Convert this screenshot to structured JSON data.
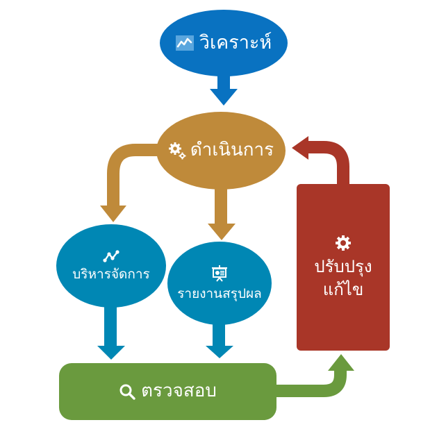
{
  "diagram": {
    "type": "process-flow",
    "colors": {
      "analyze": "#0972c1",
      "operate": "#bf8a3a",
      "manage": "#0087b4",
      "report": "#0087b4",
      "improve": "#a93628",
      "check": "#6a9a3e",
      "text": "#ffffff"
    },
    "nodes": {
      "analyze": {
        "label": "วิเคราะห์",
        "icon": "line-chart-icon"
      },
      "operate": {
        "label": "ดำเนินการ",
        "icon": "gears-icon"
      },
      "manage": {
        "label": "บริหารจัดการ",
        "icon": "connected-nodes-icon"
      },
      "report": {
        "label": "รายงานสรุปผล",
        "icon": "presentation-board-icon"
      },
      "improve": {
        "line1": "ปรับปรุง",
        "line2": "แก้ไข",
        "icon": "gear-icon"
      },
      "check": {
        "label": "ตรวจสอบ",
        "icon": "magnifier-icon"
      }
    },
    "edges": [
      {
        "from": "analyze",
        "to": "operate"
      },
      {
        "from": "operate",
        "to": "manage"
      },
      {
        "from": "operate",
        "to": "report"
      },
      {
        "from": "manage",
        "to": "check"
      },
      {
        "from": "report",
        "to": "check"
      },
      {
        "from": "check",
        "to": "improve"
      },
      {
        "from": "improve",
        "to": "operate"
      }
    ]
  }
}
